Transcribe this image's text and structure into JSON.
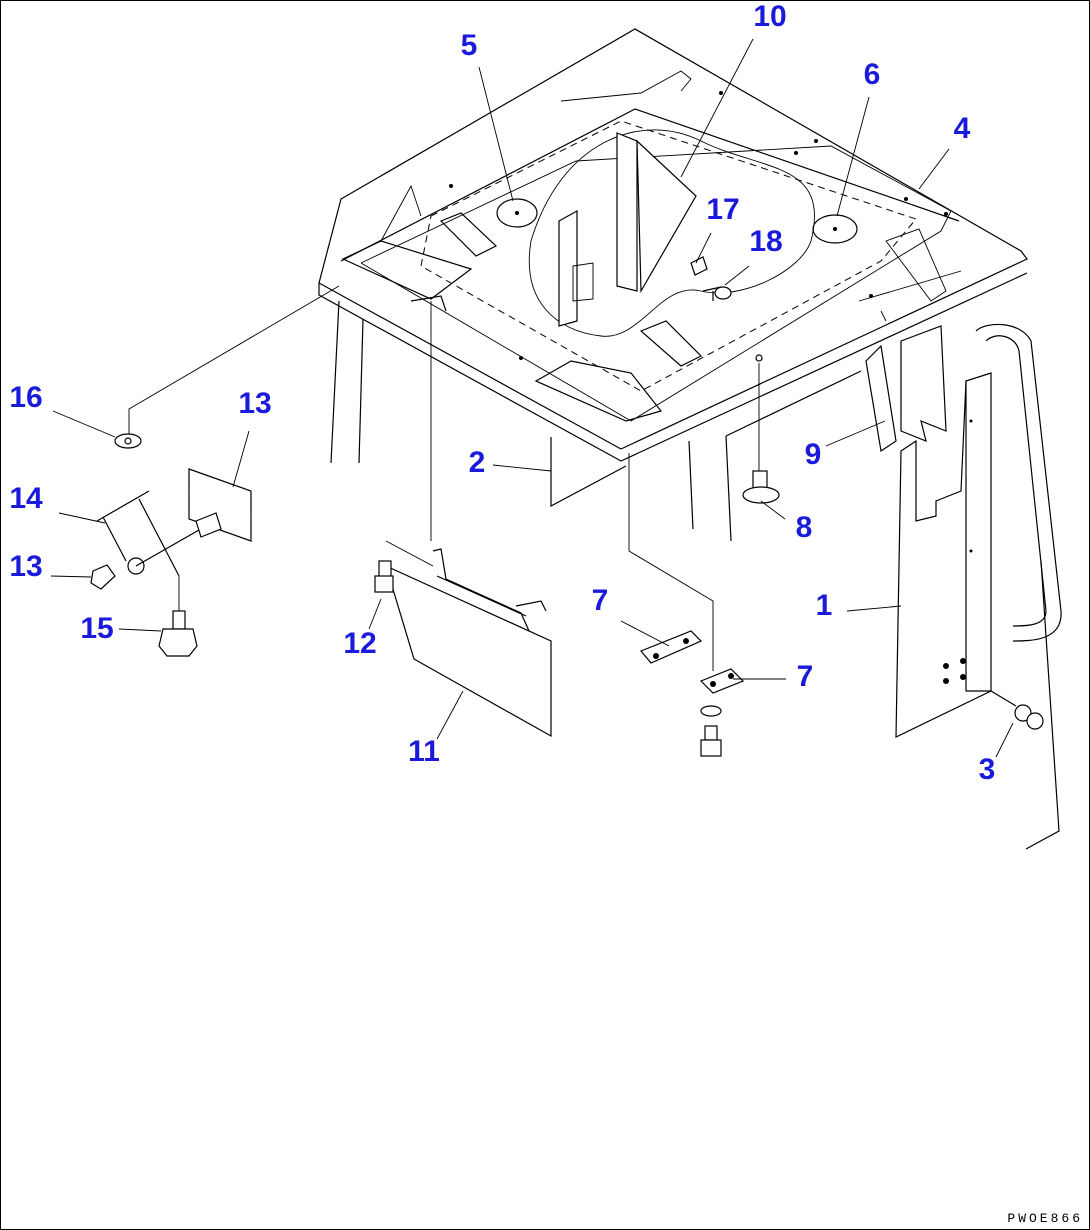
{
  "diagram": {
    "type": "exploded parts view",
    "callouts": [
      {
        "id": "callout-1",
        "text": "1"
      },
      {
        "id": "callout-2",
        "text": "2"
      },
      {
        "id": "callout-3",
        "text": "3"
      },
      {
        "id": "callout-4",
        "text": "4"
      },
      {
        "id": "callout-5",
        "text": "5"
      },
      {
        "id": "callout-6",
        "text": "6"
      },
      {
        "id": "callout-7a",
        "text": "7"
      },
      {
        "id": "callout-7b",
        "text": "7"
      },
      {
        "id": "callout-8",
        "text": "8"
      },
      {
        "id": "callout-9",
        "text": "9"
      },
      {
        "id": "callout-10",
        "text": "10"
      },
      {
        "id": "callout-11",
        "text": "11"
      },
      {
        "id": "callout-12",
        "text": "12"
      },
      {
        "id": "callout-13a",
        "text": "13"
      },
      {
        "id": "callout-13b",
        "text": "13"
      },
      {
        "id": "callout-14",
        "text": "14"
      },
      {
        "id": "callout-15",
        "text": "15"
      },
      {
        "id": "callout-16",
        "text": "16"
      },
      {
        "id": "callout-17",
        "text": "17"
      },
      {
        "id": "callout-18",
        "text": "18"
      }
    ],
    "drawing_code": "PWOE866",
    "label_color": "#1a1adc",
    "line_color": "#000000"
  }
}
